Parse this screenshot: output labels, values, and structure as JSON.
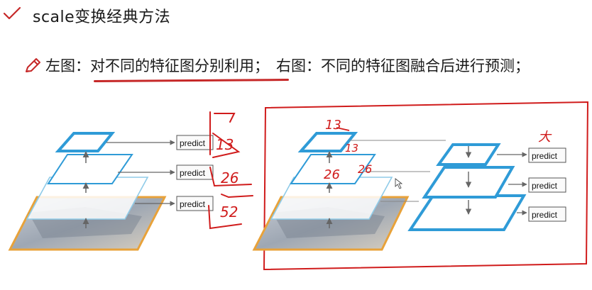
{
  "heading": {
    "title": "scale变换经典方法",
    "subtitle_left": "左图：对不同的特征图分别利用；",
    "subtitle_right": "右图：不同的特征图融合后进行预测；"
  },
  "left_diagram": {
    "predict_labels": [
      "predict",
      "predict",
      "predict"
    ],
    "annotations": [
      "13",
      "26",
      "52"
    ]
  },
  "right_diagram": {
    "predict_labels": [
      "predict",
      "predict",
      "predict"
    ],
    "annotations": [
      "13",
      "13",
      "26",
      "26",
      "大"
    ]
  },
  "colors": {
    "accent_blue": "#2f9bd7",
    "light_blue": "#8fcbe8",
    "orange": "#e8a23a",
    "red_ink": "#d01c1c"
  }
}
